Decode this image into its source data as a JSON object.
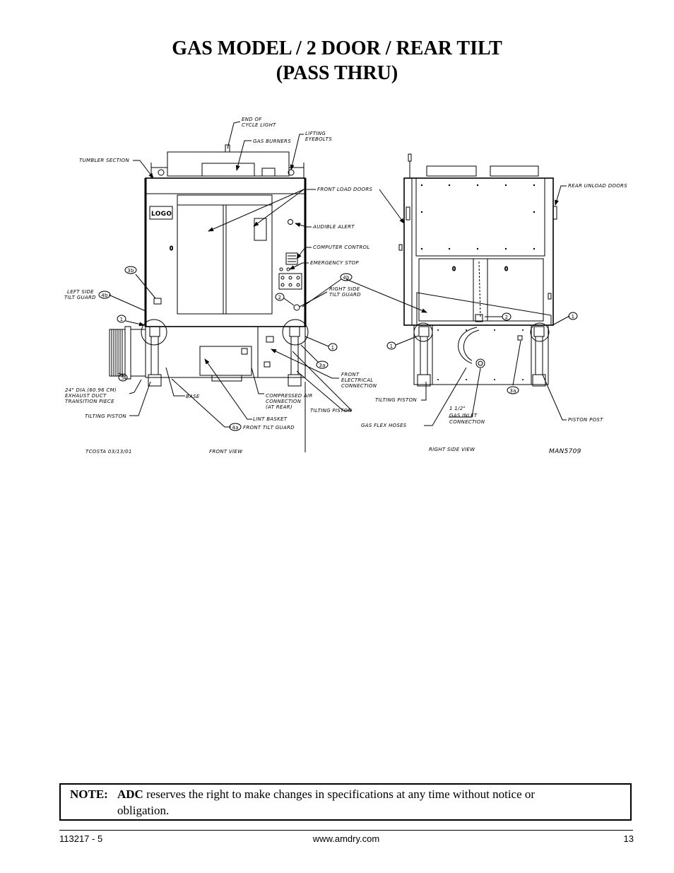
{
  "page": {
    "title_line1": "GAS MODEL / 2 DOOR / REAR TILT",
    "title_line2": "(PASS THRU)"
  },
  "drawing": {
    "logo": "LOGO",
    "front_labels": {
      "end_of_cycle_light": [
        "END OF",
        "CYCLE LIGHT"
      ],
      "gas_burners": "GAS BURNERS",
      "lifting_eyebolts": [
        "LIFTING",
        "EYEBOLTS"
      ],
      "tumbler_section": "TUMBLER SECTION",
      "front_load_doors": "FRONT LOAD DOORS",
      "audible_alert": "AUDIBLE ALERT",
      "computer_control": "COMPUTER CONTROL",
      "emergency_stop": "EMERGENCY STOP",
      "left_side_tilt_guard": [
        "LEFT SIDE",
        "TILT GUARD"
      ],
      "right_side_tilt_guard": [
        "RIGHT SIDE",
        "TILT GUARD"
      ],
      "front_electrical_connection": [
        "FRONT",
        "ELECTRICAL",
        "CONNECTION"
      ],
      "exhaust_duct": [
        "24\" DIA.(60.96 CM)",
        "EXHAUST DUCT",
        "TRANSITION PIECE"
      ],
      "base": "BASE",
      "compressed_air": [
        "COMPRESSED AIR",
        "CONNECTION",
        "(AT REAR)"
      ],
      "tilting_piston_left": "TILTING PISTON",
      "tilting_piston_center": "TILTING PISTON",
      "lint_basket": "LINT BASKET",
      "front_tilt_guard": "FRONT TILT GUARD",
      "author": "TCOSTA 03/13/01",
      "front_view": "FRONT VIEW"
    },
    "side_labels": {
      "rear_unload_doors": "REAR UNLOAD DOORS",
      "tilting_piston": "TILTING PISTON",
      "gas_inlet": [
        "1 1/2\"",
        "GAS INLET",
        "CONNECTION"
      ],
      "gas_flex_hoses": "GAS FLEX HOSES",
      "piston_post": "PISTON POST",
      "right_side_view": "RIGHT SIDE VIEW",
      "drawing_number": "MAN5709"
    },
    "callouts": {
      "c1": "1",
      "c2": "2",
      "c3a": "3a",
      "c3b": "3b",
      "c4a": "4a",
      "c4b": "4b",
      "c5": "5"
    }
  },
  "note": {
    "label": "NOTE:",
    "brand": "ADC",
    "text_line1": "reserves the right to make changes in specifications at any time without notice or",
    "text_line2": "obligation."
  },
  "footer": {
    "doc_number": "113217 - 5",
    "website": "www.amdry.com",
    "page_number": "13"
  }
}
